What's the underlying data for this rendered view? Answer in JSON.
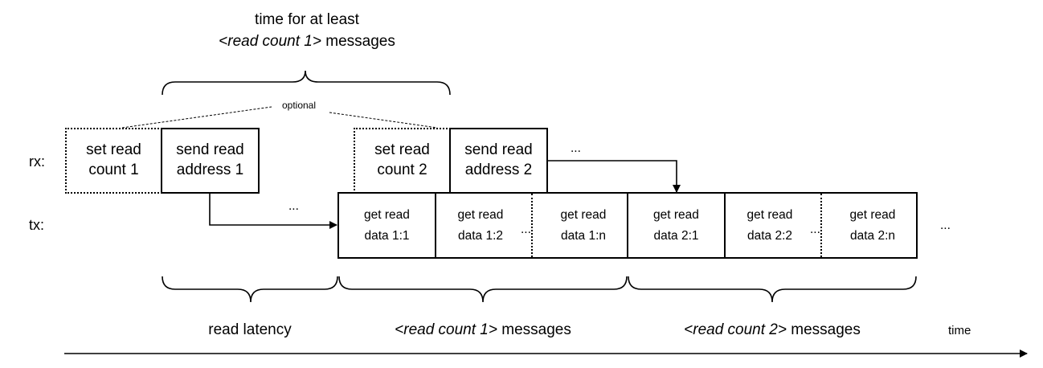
{
  "top_brace": {
    "line1": "time for at least",
    "line2_em": "<read count 1>",
    "line2_rest": " messages"
  },
  "optional_label": "optional",
  "row_labels": {
    "rx": "rx:",
    "tx": "tx:"
  },
  "rx_boxes": [
    {
      "line1": "set read",
      "line2": "count 1",
      "style": "dotted"
    },
    {
      "line1": "send read",
      "line2": "address 1",
      "style": "solid"
    },
    {
      "line1": "set read",
      "line2": "count 2",
      "style": "dotted"
    },
    {
      "line1": "send read",
      "line2": "address 2",
      "style": "solid"
    }
  ],
  "rx_ellipsis": "...",
  "tx_ellipsis_mid": "...",
  "tx_boxes": [
    {
      "line1": "get read",
      "line2": "data 1:1"
    },
    {
      "line1": "get read",
      "line2": "data 1:2"
    },
    {
      "line1": "get read",
      "line2": "data 1:n"
    },
    {
      "line1": "get read",
      "line2": "data 2:1"
    },
    {
      "line1": "get read",
      "line2": "data 2:2"
    },
    {
      "line1": "get read",
      "line2": "data 2:n"
    }
  ],
  "tx_inner_ellipsis": "...",
  "tx_end_ellipsis": "...",
  "bottom_braces": {
    "latency": "read latency",
    "count1_em": "<read count 1>",
    "count1_rest": " messages",
    "count2_em": "<read count 2>",
    "count2_rest": " messages"
  },
  "time_axis_label": "time"
}
